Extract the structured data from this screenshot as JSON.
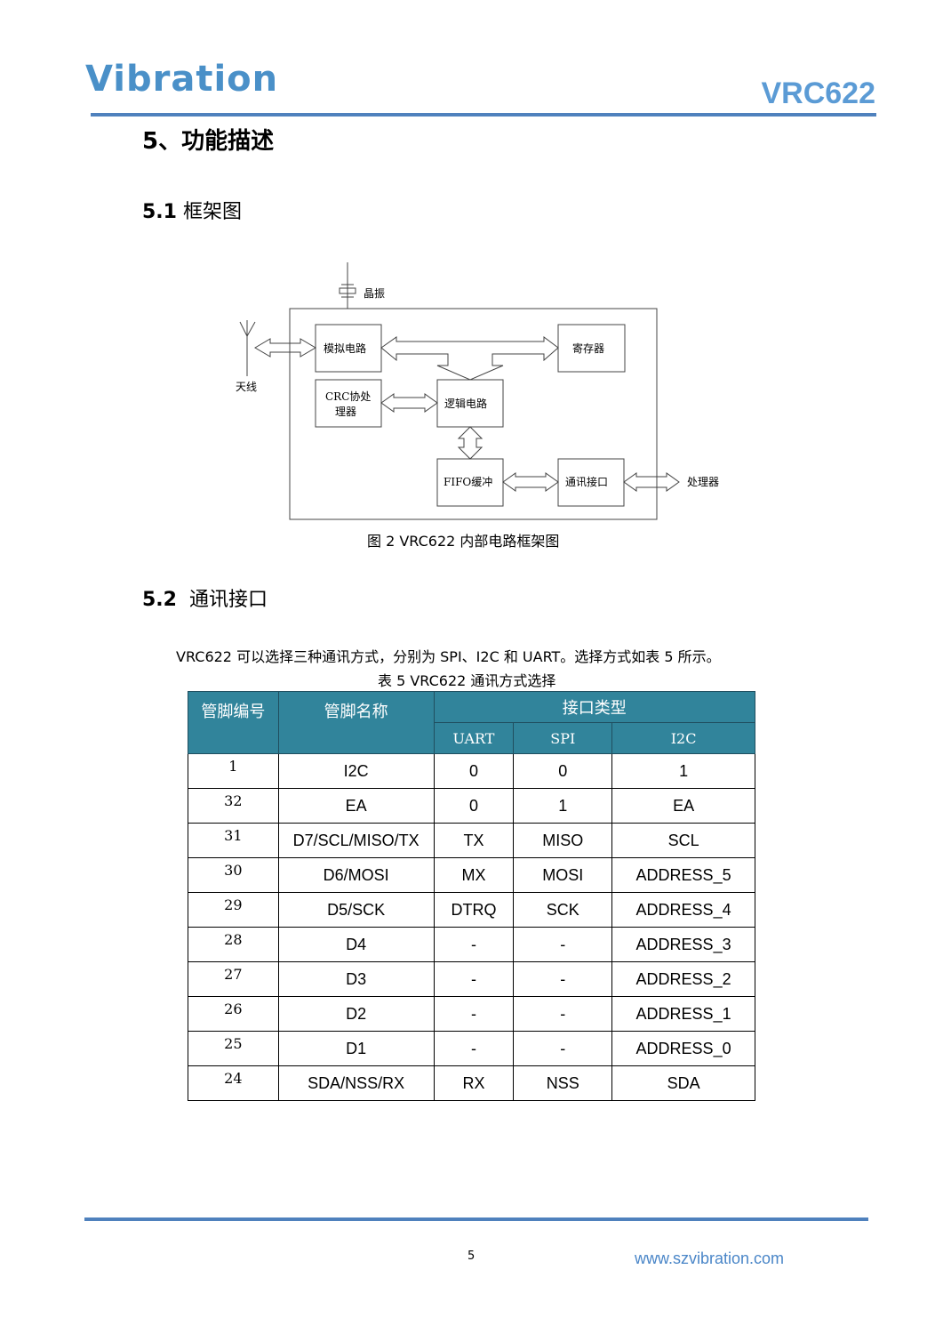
{
  "header": {
    "logo": "Vibration",
    "model": "VRC622"
  },
  "section": {
    "title": "5、功能描述"
  },
  "sub1": {
    "num": "5.1",
    "title": "框架图"
  },
  "diagram": {
    "crystal": "晶振",
    "antenna": "天线",
    "analog": "模拟电路",
    "register": "寄存器",
    "crc_line1": "CRC协处",
    "crc_line2": "理器",
    "logic": "逻辑电路",
    "fifo": "FIFO缓冲",
    "comm": "通讯接口",
    "processor": "处理器"
  },
  "figure_caption": "图 2 VRC622  内部电路框架图",
  "sub2": {
    "num": "5.2",
    "title": "通讯接口"
  },
  "paragraph": "VRC622 可以选择三种通讯方式，分别为 SPI、I2C 和 UART。选择方式如表 5 所示。",
  "table_caption": "表 5 VRC622 通讯方式选择",
  "table": {
    "headers": {
      "pin_no": "管脚编号",
      "pin_name": "管脚名称",
      "iface": "接口类型",
      "uart": "UART",
      "spi": "SPI",
      "i2c": "I2C"
    },
    "rows": [
      [
        "1",
        "I2C",
        "0",
        "0",
        "1"
      ],
      [
        "32",
        "EA",
        "0",
        "1",
        "EA"
      ],
      [
        "31",
        "D7/SCL/MISO/TX",
        "TX",
        "MISO",
        "SCL"
      ],
      [
        "30",
        "D6/MOSI",
        "MX",
        "MOSI",
        "ADDRESS_5"
      ],
      [
        "29",
        "D5/SCK",
        "DTRQ",
        "SCK",
        "ADDRESS_4"
      ],
      [
        "28",
        "D4",
        "-",
        "-",
        "ADDRESS_3"
      ],
      [
        "27",
        "D3",
        "-",
        "-",
        "ADDRESS_2"
      ],
      [
        "26",
        "D2",
        "-",
        "-",
        "ADDRESS_1"
      ],
      [
        "25",
        "D1",
        "-",
        "-",
        "ADDRESS_0"
      ],
      [
        "24",
        "SDA/NSS/RX",
        "RX",
        "NSS",
        "SDA"
      ]
    ]
  },
  "footer": {
    "page": "5",
    "url": "www.szvibration.com"
  }
}
